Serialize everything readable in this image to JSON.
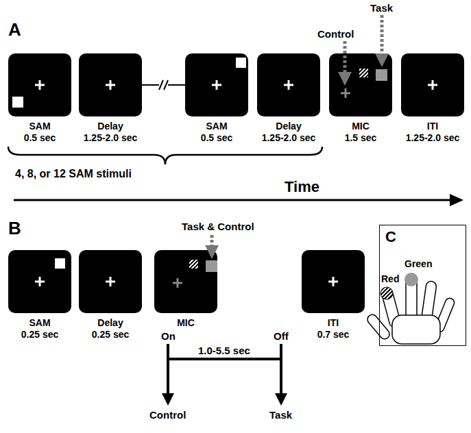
{
  "diagram": {
    "nodes": [
      {
        "text": [
          "SAM",
          "0.5 sec"
        ]
      },
      {
        "text": [
          "Delay",
          "1.25-2.0 sec"
        ]
      },
      {
        "text": [
          "SAM",
          "0.5 sec"
        ]
      },
      {
        "text": [
          "Delay",
          "1.25-2.0 sec"
        ]
      },
      {
        "text": [
          "MIC",
          "1.5 sec"
        ]
      },
      {
        "text": [
          "ITI",
          "1.25-2.0 sec"
        ]
      },
      {
        "text": [
          "SAM",
          "0.25 sec"
        ]
      },
      {
        "text": [
          "Delay",
          "0.25 sec"
        ]
      },
      {
        "text": [
          "MIC"
        ]
      },
      {
        "text": [
          "ITI",
          "0.7 sec"
        ]
      },
      {
        "text": [
          "C",
          "Red",
          "Green"
        ]
      }
    ],
    "labels": [
      "A",
      "Task",
      "Control",
      "4, 8, or 12 SAM stimuli",
      "Time",
      "B",
      "Task & Control",
      "On",
      "Off",
      "1.0-5.5 sec",
      "Control",
      "Task"
    ]
  }
}
